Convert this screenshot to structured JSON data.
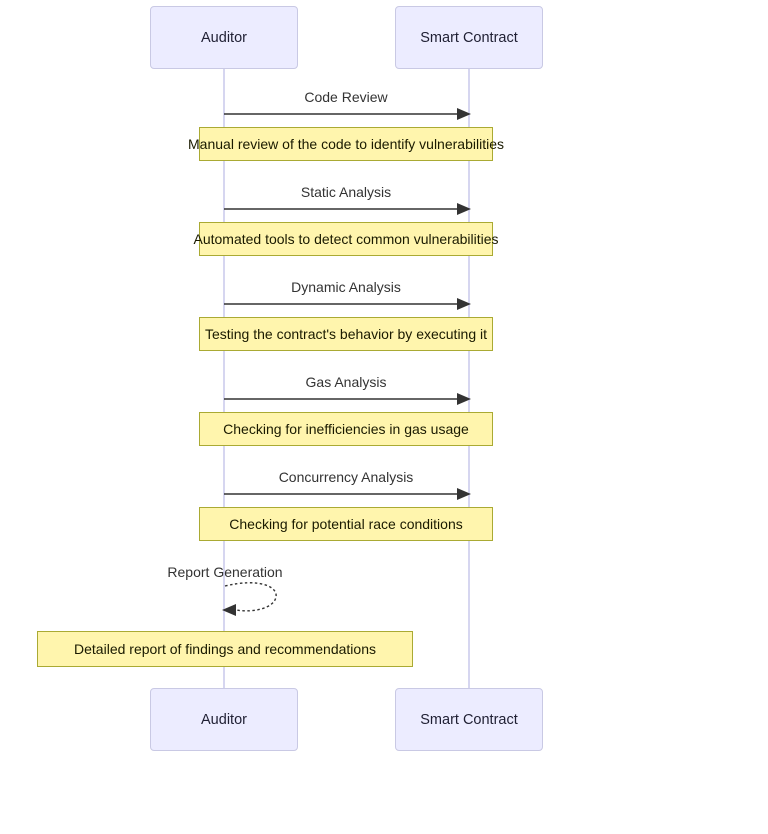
{
  "diagram": {
    "type": "sequence",
    "actors": [
      {
        "id": "auditor",
        "label": "Auditor"
      },
      {
        "id": "smart-contract",
        "label": "Smart Contract"
      }
    ],
    "messages": [
      {
        "from": "auditor",
        "to": "smart-contract",
        "style": "solid",
        "label": "Code Review",
        "note": "Manual review of the code to identify vulnerabilities"
      },
      {
        "from": "auditor",
        "to": "smart-contract",
        "style": "solid",
        "label": "Static Analysis",
        "note": "Automated tools to detect common vulnerabilities"
      },
      {
        "from": "auditor",
        "to": "smart-contract",
        "style": "solid",
        "label": "Dynamic Analysis",
        "note": "Testing the contract's behavior by executing it"
      },
      {
        "from": "auditor",
        "to": "smart-contract",
        "style": "solid",
        "label": "Gas Analysis",
        "note": "Checking for inefficiencies in gas usage"
      },
      {
        "from": "auditor",
        "to": "smart-contract",
        "style": "solid",
        "label": "Concurrency Analysis",
        "note": "Checking for potential race conditions"
      },
      {
        "from": "auditor",
        "to": "auditor",
        "style": "dashed-self-loop",
        "label": "Report Generation",
        "note": "Detailed report of findings and recommendations"
      }
    ],
    "colors": {
      "background": "#ffffff",
      "actor_fill": "#ECECFF",
      "actor_border": "#c9c9e4",
      "lifeline": "#d6d6f0",
      "arrow": "#333333",
      "note_fill": "#fff5ad",
      "note_border": "#aaaa33",
      "text": "#333333"
    }
  }
}
